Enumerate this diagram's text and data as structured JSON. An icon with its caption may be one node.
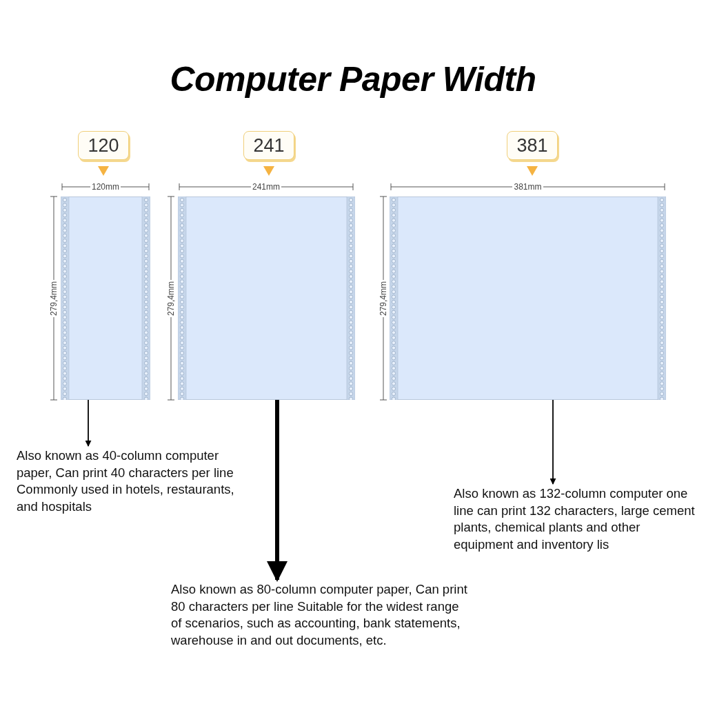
{
  "diagram": {
    "title": "Computer Paper Width",
    "nodes": [
      {
        "text": [
          "120"
        ]
      },
      {
        "text": [
          "241"
        ]
      },
      {
        "text": [
          "381"
        ]
      },
      {
        "text": [],
        "shape": "box",
        "beside": [
          "120mm",
          "279,4mm"
        ]
      },
      {
        "text": [],
        "shape": "box",
        "beside": [
          "241mm",
          "279,4mm"
        ]
      },
      {
        "text": [],
        "shape": "box",
        "beside": [
          "381mm",
          "279,4mm"
        ]
      },
      {
        "text": [
          "Also known as 40-column computer paper, Can print 40 characters per line Commonly used in hotels, restaurants, and hospitals"
        ]
      },
      {
        "text": [
          "Also known as 132-column computer one line can print 132 characters, large cement plants, chemical plants and other equipment and inventory lis"
        ]
      },
      {
        "text": [
          "Also known as 80-column computer paper, Can print 80 characters per line Suitable for the widest range of scenarios, such as accounting, bank statements, warehouse in and out documents, etc."
        ]
      }
    ],
    "edges": [
      {
        "from": 3,
        "to": 6,
        "arrow": "to"
      },
      {
        "from": 4,
        "to": 8,
        "arrow": "to",
        "style": "thick"
      },
      {
        "from": 5,
        "to": 7,
        "arrow": "to"
      }
    ]
  }
}
